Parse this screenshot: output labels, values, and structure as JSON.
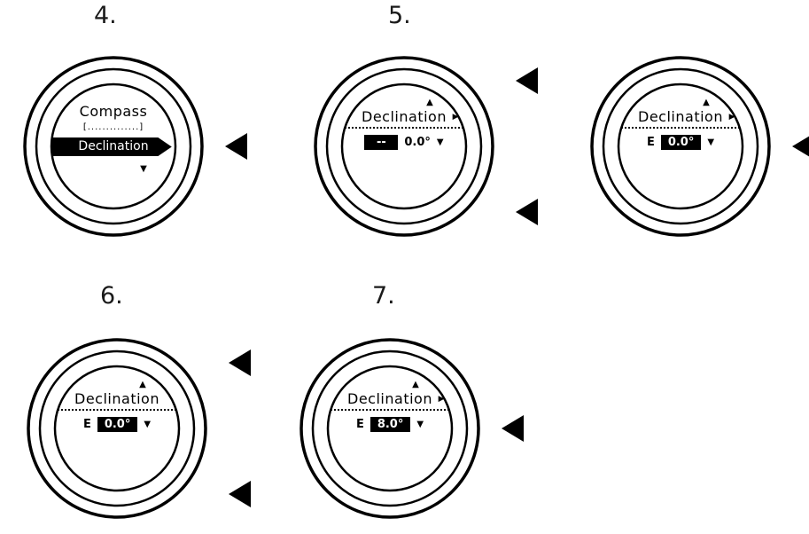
{
  "steps": [
    {
      "label": "4."
    },
    {
      "label": "5."
    },
    {
      "label": "6."
    },
    {
      "label": "7."
    }
  ],
  "watches": [
    {
      "step": "4.",
      "screen": {
        "type": "menu",
        "title": "Compass",
        "placeholder_item": "[..............]",
        "selected_item": "Declination",
        "down_indicator": "▼"
      },
      "callouts": [
        "middle-right"
      ]
    },
    {
      "step": "5.",
      "screen": {
        "type": "setting",
        "up_indicator": "▲",
        "title": "Declination",
        "chevron": "▶",
        "value_prefix": "--",
        "prefix_style": "boxed",
        "value": "0.0°",
        "value_style": "plain",
        "down_indicator": "▼"
      },
      "callouts": [
        "top-right",
        "bottom-right"
      ]
    },
    {
      "step": "5.",
      "screen": {
        "type": "setting",
        "up_indicator": "▲",
        "title": "Declination",
        "chevron": "▶",
        "value_prefix": "E",
        "prefix_style": "plain",
        "value": "0.0°",
        "value_style": "boxed",
        "down_indicator": "▼"
      },
      "callouts": [
        "middle-right"
      ]
    },
    {
      "step": "6.",
      "screen": {
        "type": "setting",
        "up_indicator": "▲",
        "title": "Declination",
        "value_prefix": "E",
        "prefix_style": "plain",
        "value": "0.0°",
        "value_style": "boxed",
        "down_indicator": "▼"
      },
      "callouts": [
        "top-right",
        "bottom-right"
      ]
    },
    {
      "step": "7.",
      "screen": {
        "type": "setting",
        "up_indicator": "▲",
        "title": "Declination",
        "chevron": "▶",
        "value_prefix": "E",
        "prefix_style": "plain",
        "value": "8.0°",
        "value_style": "boxed",
        "down_indicator": "▼"
      },
      "callouts": [
        "middle-right"
      ]
    }
  ],
  "colors": {
    "line": "#000000",
    "background": "#ffffff",
    "highlight_bg": "#000000",
    "highlight_text": "#ffffff"
  }
}
